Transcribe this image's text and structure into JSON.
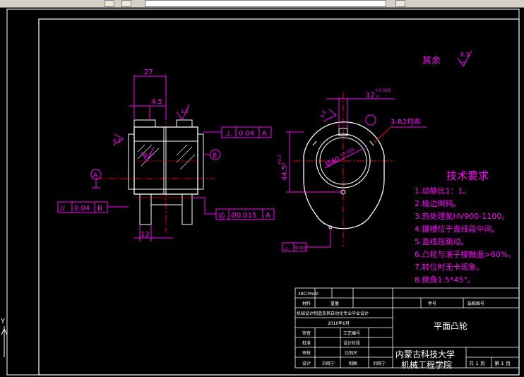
{
  "colors": {
    "background": "#000000",
    "frame": "#ffffff",
    "part": "#ffffff",
    "dimension": "#ff00ff",
    "centerline": "#ff0000",
    "note_text": "#ff00ff",
    "table_text": "#ffffff"
  },
  "drawing": {
    "roughness_rest_label": "其余",
    "roughness_rest_value": "6.3",
    "roughness_symbol_value": "1.6",
    "left_view": {
      "dim_27": "27",
      "dim_4_5": "4.5",
      "dim_12": "12",
      "datum_a": "A",
      "datum_b": "B",
      "perp_symbol": "⊥",
      "perp_value": "0.04",
      "perp_datum": "A",
      "parallel_symbol": "//",
      "parallel_value": "0.04",
      "parallel_datum": "B",
      "coax_symbol": "◎",
      "coax_value": "Ø0.015",
      "coax_datum": "A",
      "rough_left": "6.3",
      "rough_mid": "6.3",
      "rough_top": "1.6"
    },
    "right_view": {
      "keyway_dim": "12",
      "keyway_tol": "+0.018",
      "keyway_tol_low": "0",
      "radius_note": "3-R2均布",
      "height_dim": "44.5",
      "height_tol": "+0.2",
      "height_tol_low": "0",
      "bore_dim": "Ø40",
      "bore_tol": "+0.025",
      "rough_keyway": "3.2",
      "profile_symbol": "⌓",
      "profile_value": "0.02"
    }
  },
  "tech_req": {
    "title": "技术要求",
    "items": [
      "1.动静比1：1。",
      "2.棱边倒钝。",
      "3.热处理氮HV900-1100。",
      "4.键槽位于直线段中间。",
      "5.直线段跳动。",
      "6.凸轮与滚子接触面>60%。",
      "7.转位时无卡现象。",
      "8.倒角1.5*45°。"
    ]
  },
  "title_block": {
    "material": "38CrMoAl",
    "material_label": "材料",
    "quantity_label": "重量",
    "part_no_label": "件号",
    "drawing_no_label": "装配图号",
    "project": "机械设计制造及其自动化专业毕业设计",
    "date": "2010年6月",
    "part_name": "平面凸轮",
    "review": "审查",
    "process_no": "工艺编号",
    "approve": "批准",
    "design_stage": "设计阶段",
    "check": "审核",
    "scale": "比例尺",
    "design": "设计",
    "designer": "刘晓宁",
    "draw": "制图",
    "drafter": "刘晓宁",
    "school": "内蒙古科技大学",
    "department": "机械工程学院",
    "sheets_total": "共 1 页",
    "sheet_no": "第 1 页"
  },
  "ucs": {
    "axis_label": "Y"
  }
}
